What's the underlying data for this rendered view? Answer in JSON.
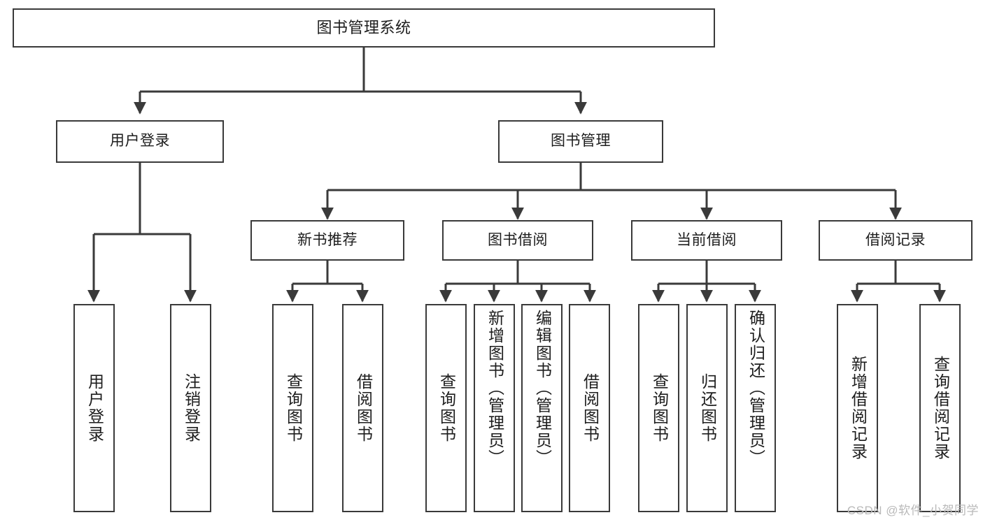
{
  "diagram": {
    "type": "tree-hierarchy",
    "title": "图书管理系统",
    "orientation": "top-down",
    "colors": {
      "stroke": "#3a3a3a",
      "fill": "#ffffff",
      "text": "#1d1d1d",
      "watermark": "#b9b9b9"
    },
    "levels": {
      "root": {
        "label": "图书管理系统"
      },
      "level2": [
        {
          "id": "user-login",
          "label": "用户登录"
        },
        {
          "id": "book-manage",
          "label": "图书管理"
        }
      ],
      "level3": [
        {
          "id": "new-book-recommend",
          "label": "新书推荐"
        },
        {
          "id": "book-borrow",
          "label": "图书借阅"
        },
        {
          "id": "current-borrow",
          "label": "当前借阅"
        },
        {
          "id": "borrow-record",
          "label": "借阅记录"
        }
      ],
      "leaves": {
        "user-login": [
          {
            "id": "leaf-user-login",
            "label": "用户登录"
          },
          {
            "id": "leaf-user-logout",
            "label": "注销登录"
          }
        ],
        "new-book-recommend": [
          {
            "id": "leaf-query-book-1",
            "label": "查询图书"
          },
          {
            "id": "leaf-borrow-book-1",
            "label": "借阅图书"
          }
        ],
        "book-borrow": [
          {
            "id": "leaf-query-book-2",
            "label": "查询图书"
          },
          {
            "id": "leaf-add-book",
            "label": "新增图书（管理员）"
          },
          {
            "id": "leaf-edit-book",
            "label": "编辑图书（管理员）"
          },
          {
            "id": "leaf-borrow-book-2",
            "label": "借阅图书"
          }
        ],
        "current-borrow": [
          {
            "id": "leaf-query-book-3",
            "label": "查询图书"
          },
          {
            "id": "leaf-return-book",
            "label": "归还图书"
          },
          {
            "id": "leaf-confirm-return",
            "label": "确认归还（管理员）"
          }
        ],
        "borrow-record": [
          {
            "id": "leaf-add-record",
            "label": "新增借阅记录"
          },
          {
            "id": "leaf-query-record",
            "label": "查询借阅记录"
          }
        ]
      }
    }
  },
  "watermark": {
    "text": "CSDN @软件_小贺同学"
  }
}
